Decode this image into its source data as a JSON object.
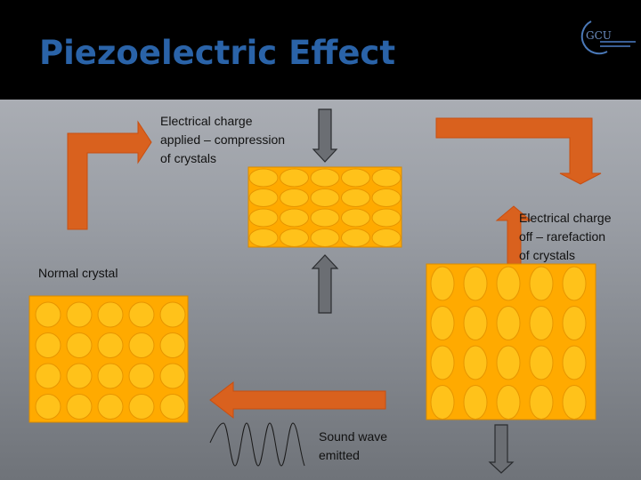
{
  "slide": {
    "title": "Piezoelectric Effect",
    "labels": {
      "compression": [
        "Electrical charge",
        "applied – compression",
        "of crystals"
      ],
      "rarefaction": [
        "Electrical charge",
        "off – rarefaction",
        "of crystals"
      ],
      "normal": "Normal crystal",
      "sound": [
        "Sound wave",
        "emitted"
      ]
    },
    "logo": {
      "icon": "gcu-logo-icon",
      "text": "GCU"
    }
  },
  "colors": {
    "header_bg": "#000000",
    "title": "#2a63a8",
    "arrow_orange": "#d9611e",
    "arrow_gray": "#6b6e73",
    "crystal_bg": "#ffaa00",
    "crystal_cell": "#ffc21a"
  }
}
